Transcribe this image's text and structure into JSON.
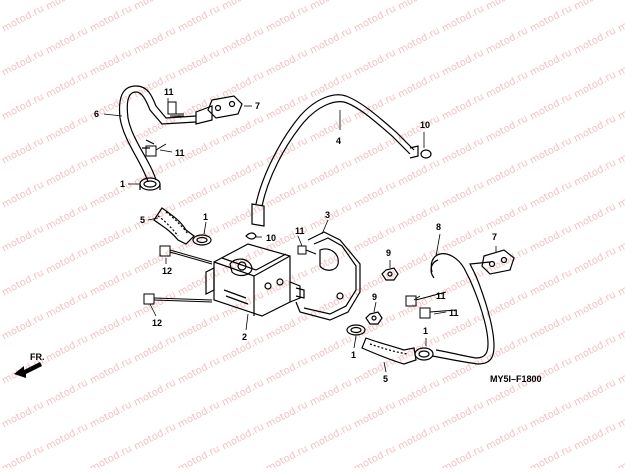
{
  "diagram": {
    "watermark": "motod.ru",
    "direction_label": "FR.",
    "figure_code": "MY5I–F1800",
    "callouts": [
      "1",
      "2",
      "3",
      "4",
      "5",
      "6",
      "7",
      "8",
      "9",
      "10",
      "11",
      "12"
    ]
  },
  "colors": {
    "line": "#000000",
    "watermark": "#f3c2c2",
    "background": "#ffffff"
  }
}
